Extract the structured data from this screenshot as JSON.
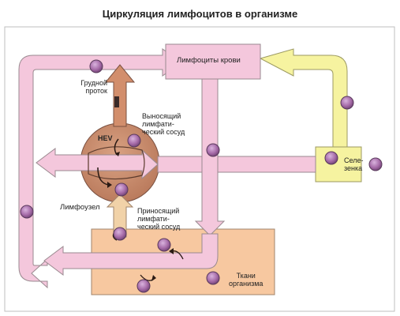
{
  "title": "Циркуляция лимфоцитов в организме",
  "labels": {
    "blood_lymphocytes": "Лимфоциты крови",
    "thoracic_duct": [
      "Грудной",
      "проток"
    ],
    "efferent_vessel": [
      "Выносящий",
      "лимфати-",
      "ческий сосуд"
    ],
    "hev": "HEV",
    "lymph_node": "Лимфоузел",
    "afferent_vessel": [
      "Приносящий",
      "лимфати-",
      "ческий сосуд"
    ],
    "spleen": [
      "Селе-",
      "зенка"
    ],
    "tissues": [
      "Ткани",
      "организма"
    ]
  },
  "colors": {
    "pink_arrow": "#f4c7dc",
    "pink_outline": "#9a8a90",
    "yellow_path": "#f6f3a0",
    "yellow_outline": "#9c9a62",
    "tissue_box": "#f7c8a0",
    "node_fill": "#c98a6a",
    "lymphocyte_fill": "#a56aa7",
    "lymphocyte_ring": "#5a3a5c"
  }
}
